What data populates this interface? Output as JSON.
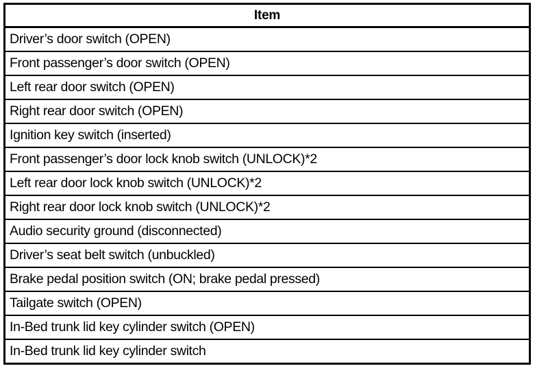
{
  "table": {
    "columns": [
      "Item"
    ],
    "header": {
      "item_label": "Item"
    },
    "rows": [
      {
        "item": "Driver’s door switch (OPEN)"
      },
      {
        "item": "Front passenger’s door switch (OPEN)"
      },
      {
        "item": "Left rear door switch (OPEN)"
      },
      {
        "item": "Right rear door switch (OPEN)"
      },
      {
        "item": "Ignition key switch (inserted)"
      },
      {
        "item": "Front passenger’s door lock knob switch (UNLOCK)*2"
      },
      {
        "item": "Left rear door lock knob switch (UNLOCK)*2"
      },
      {
        "item": "Right rear door lock knob switch (UNLOCK)*2"
      },
      {
        "item": "Audio security ground (disconnected)"
      },
      {
        "item": "Driver’s seat belt switch (unbuckled)"
      },
      {
        "item": "Brake pedal position switch (ON; brake pedal pressed)"
      },
      {
        "item": "Tailgate switch (OPEN)"
      },
      {
        "item": "In-Bed trunk lid key cylinder switch (OPEN)"
      },
      {
        "item": "In-Bed trunk lid key cylinder switch"
      }
    ]
  },
  "colors": {
    "border": "#000000",
    "text": "#000000",
    "background": "#ffffff"
  }
}
